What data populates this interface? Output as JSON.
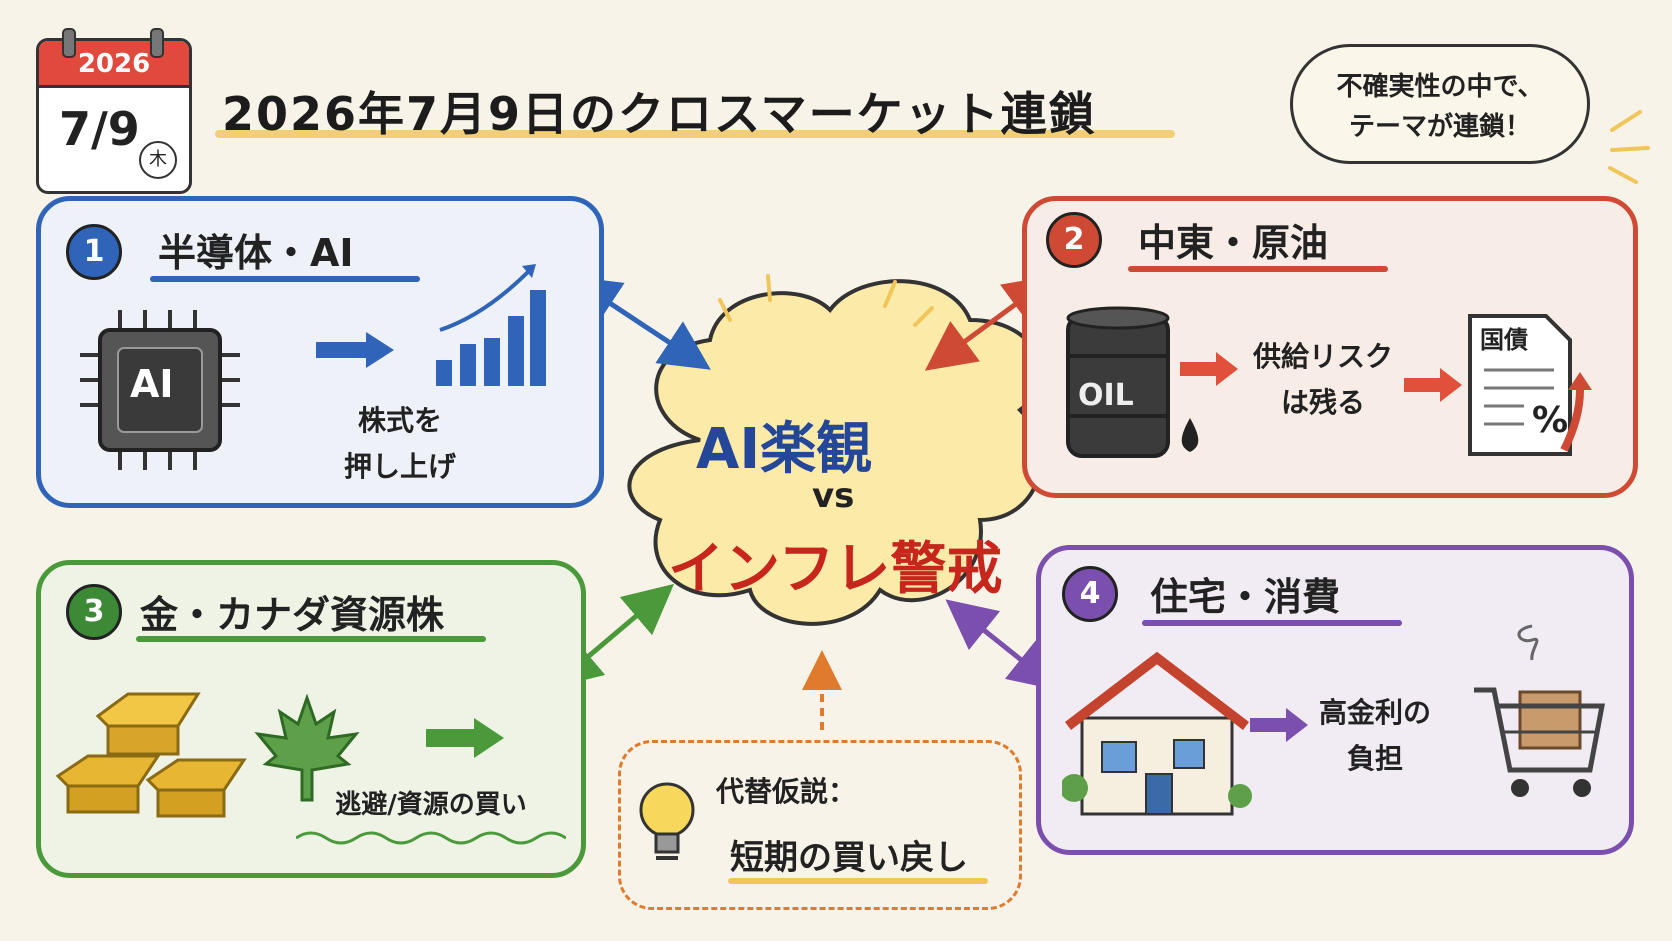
{
  "calendar": {
    "year": "2026",
    "date": "7/9",
    "weekday": "木"
  },
  "title": "2026年7月9日のクロスマーケット連鎖",
  "bubble": {
    "line1": "不確実性の中で、",
    "line2": "テーマが連鎖！"
  },
  "center": {
    "top": "AI楽観",
    "vs": "vs",
    "bottom": "インフレ警戒"
  },
  "panels": {
    "p1": {
      "num": "1",
      "title": "半導体・AI",
      "chip_label": "AI",
      "caption_line1": "株式を",
      "caption_line2": "押し上げ"
    },
    "p2": {
      "num": "2",
      "title": "中東・原油",
      "barrel_label": "OIL",
      "caption_line1": "供給リスク",
      "caption_line2": "は残る",
      "doc_title": "国債",
      "doc_symbol": "%"
    },
    "p3": {
      "num": "3",
      "title": "金・カナダ資源株",
      "caption": "逃避/資源の買い"
    },
    "p4": {
      "num": "4",
      "title": "住宅・消費",
      "caption_line1": "高金利の",
      "caption_line2": "負担"
    }
  },
  "alternative": {
    "label": "代替仮説：",
    "text": "短期の買い戻し"
  },
  "colors": {
    "blue": "#2f64b8",
    "red": "#cf4a35",
    "green": "#4a9a3c",
    "purple": "#7a4fae",
    "orange": "#e07a2c",
    "yellow": "#f0c65a"
  }
}
